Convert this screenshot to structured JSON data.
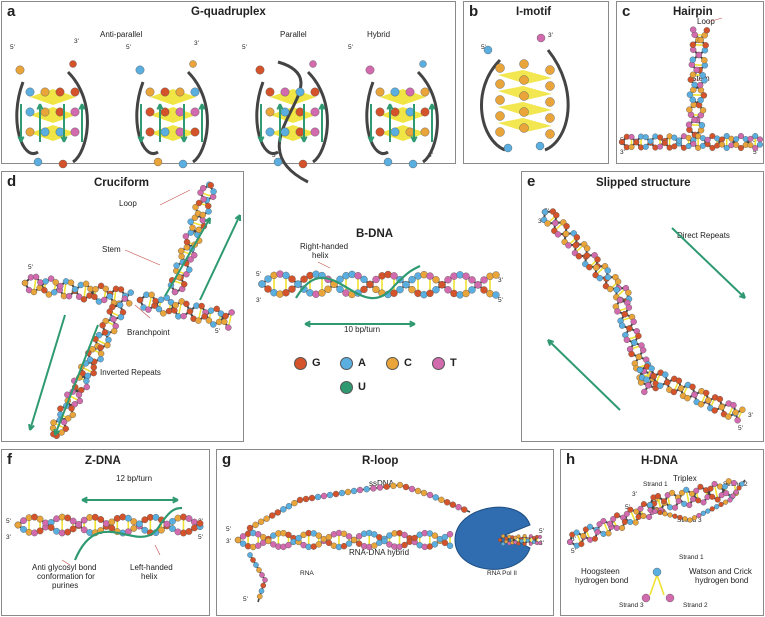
{
  "colors": {
    "G": "#d4532a",
    "A": "#5aafe0",
    "C": "#e9a43a",
    "T": "#d26aae",
    "U": "#2f9a72",
    "backbone": "#444444",
    "hbond": "#f0e232",
    "arrow": "#2f9a72",
    "polymerase": "#2f6db0"
  },
  "panel_a": {
    "letter": "a",
    "title": "G-quadruplex",
    "labels": {
      "antiparallel": "Anti-parallel",
      "parallel": "Parallel",
      "hybrid": "Hybrid"
    },
    "ends": {
      "five": "5'",
      "three": "3'"
    }
  },
  "panel_b": {
    "letter": "b",
    "title": "I-motif",
    "ends": {
      "five": "5'",
      "three": "3'"
    }
  },
  "panel_c": {
    "letter": "c",
    "title": "Hairpin",
    "loop": "Loop",
    "stem": "Stem",
    "ends": {
      "five": "5'",
      "three": "3'"
    }
  },
  "panel_d": {
    "letter": "d",
    "title": "Cruciform",
    "loop": "Loop",
    "stem": "Stem",
    "branchpoint": "Branchpoint",
    "inverted_repeats": "Inverted Repeats",
    "ends": {
      "five": "5'",
      "three": "3'"
    }
  },
  "center": {
    "title": "B-DNA",
    "helix_line1": "Right-handed",
    "helix_line2": "helix",
    "turn": "10 bp/turn",
    "ends": {
      "five": "5'",
      "three": "3'"
    }
  },
  "legend": [
    {
      "key": "G",
      "label": "G"
    },
    {
      "key": "A",
      "label": "A"
    },
    {
      "key": "C",
      "label": "C"
    },
    {
      "key": "T",
      "label": "T"
    },
    {
      "key": "U",
      "label": "U"
    }
  ],
  "panel_e": {
    "letter": "e",
    "title": "Slipped structure",
    "direct_repeats": "Direct Repeats",
    "ends": {
      "five": "5'",
      "three": "3'"
    }
  },
  "panel_f": {
    "letter": "f",
    "title": "Z-DNA",
    "turn": "12 bp/turn",
    "glyco_line1": "Anti glycosyl bond",
    "glyco_line2": "conformation for",
    "glyco_line3": "purines",
    "helix_line1": "Left-handed",
    "helix_line2": "helix",
    "ends": {
      "five": "5'",
      "three": "3'"
    }
  },
  "panel_g": {
    "letter": "g",
    "title": "R-loop",
    "ssdna": "ssDNA",
    "hybrid": "RNA-DNA hybrid",
    "rna": "RNA",
    "polymerase": "RNA Pol II",
    "ends": {
      "five": "5'",
      "three": "3'"
    }
  },
  "panel_h": {
    "letter": "h",
    "title": "H-DNA",
    "triplex": "Triplex",
    "strand1": "Strand 1",
    "strand2": "Strand 2",
    "strand3": "Strand 3",
    "hoogsteen_line1": "Hoogsteen",
    "hoogsteen_line2": "hydrogen bond",
    "watson_line1": "Watson and Crick",
    "watson_line2": "hydrogen bond",
    "ends": {
      "five": "5'",
      "three": "3'"
    }
  }
}
